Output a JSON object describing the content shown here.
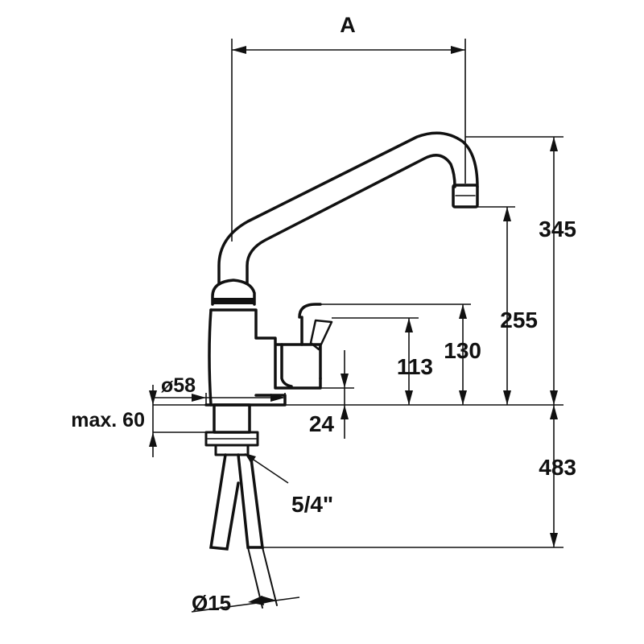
{
  "dimensions": {
    "spout_reach": "A",
    "total_height": "345",
    "outlet_height": "255",
    "lever_top_height": "130",
    "lever_height": "113",
    "base_to_lever": "24",
    "base_diameter": "ø58",
    "max_deck_thickness": "max. 60",
    "thread_size": "5/4\"",
    "hose_length": "483",
    "hose_diameter": "Ø15"
  },
  "colors": {
    "line": "#111111",
    "background": "#ffffff"
  }
}
